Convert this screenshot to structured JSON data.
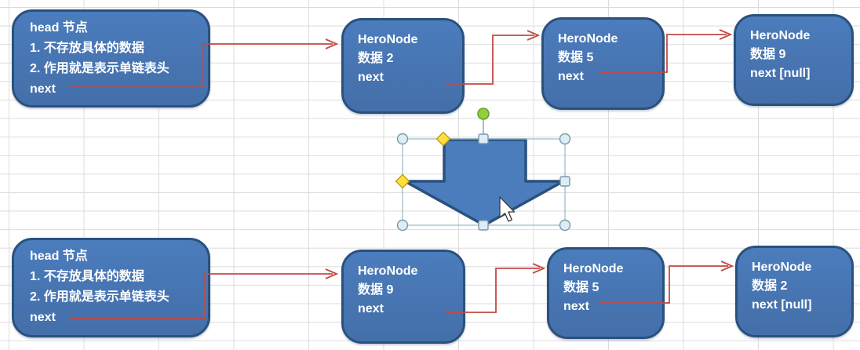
{
  "colors": {
    "canvas_bg": "#ffffff",
    "grid_line": "#dcdcdc",
    "node_fill": "#4b7cbc",
    "node_border": "#2a517e",
    "text_color": "#ffffff",
    "connector_red": "#c24a45",
    "selection_stroke": "#9fbecd",
    "handle_fill": "#dcedf6",
    "handle_green": "#8ed13c",
    "handle_yellow": "#ffdf3c"
  },
  "top_row": {
    "head": {
      "line1": "head 节点",
      "line2": "1. 不存放具体的数据",
      "line3": "2. 作用就是表示单链表头",
      "line4": "next"
    },
    "nodes": [
      {
        "title": "HeroNode",
        "data": "数据 2",
        "next": "next"
      },
      {
        "title": "HeroNode",
        "data": "数据 5",
        "next": "next"
      },
      {
        "title": "HeroNode",
        "data": "数据 9",
        "next": "next [null]"
      }
    ]
  },
  "bottom_row": {
    "head": {
      "line1": "head 节点",
      "line2": "1. 不存放具体的数据",
      "line3": "2. 作用就是表示单链表头",
      "line4": "next"
    },
    "nodes": [
      {
        "title": "HeroNode",
        "data": "数据 9",
        "next": "next"
      },
      {
        "title": "HeroNode",
        "data": "数据 5",
        "next": "next"
      },
      {
        "title": "HeroNode",
        "data": "数据 2",
        "next": "next [null]"
      }
    ]
  }
}
